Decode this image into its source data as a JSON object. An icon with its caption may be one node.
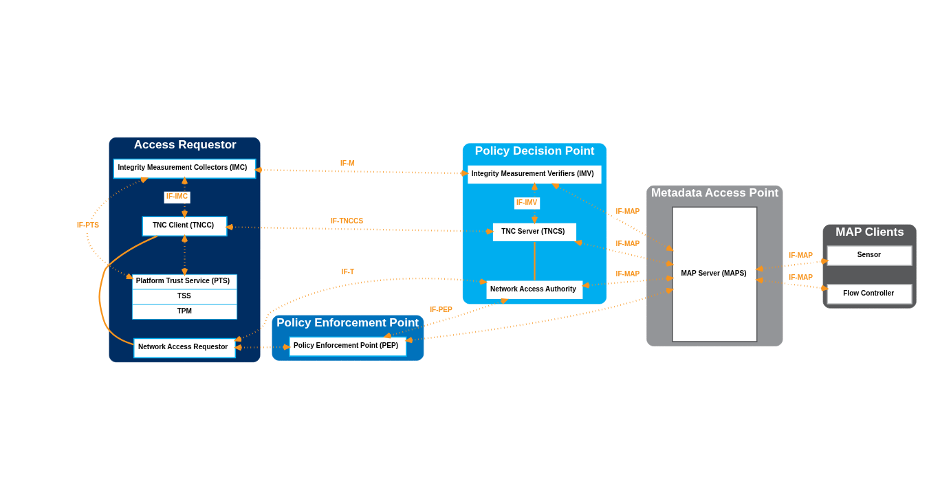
{
  "diagram": {
    "nodes": [
      {
        "text": [
          "Access Requestor"
        ]
      },
      {
        "text": [
          "Integrity Measurement Collectors (IMC)"
        ],
        "in": 0
      },
      {
        "text": [
          "TNC Client (TNCC)"
        ],
        "in": 0
      },
      {
        "text": [
          "Platform Trust Service (PTS)",
          "TSS",
          "TPM"
        ],
        "in": 0
      },
      {
        "text": [
          "Network Access Requestor"
        ],
        "in": 0
      },
      {
        "text": [
          "Policy Enforcement Point"
        ]
      },
      {
        "text": [
          "Policy Enforcement Point (PEP)"
        ],
        "in": 5
      },
      {
        "text": [
          "Policy Decision Point"
        ]
      },
      {
        "text": [
          "Integrity Measurement Verifiers (IMV)"
        ],
        "in": 7
      },
      {
        "text": [
          "TNC Server (TNCS)"
        ],
        "in": 7
      },
      {
        "text": [
          "Network Access Authority"
        ],
        "in": 7
      },
      {
        "text": [
          "Metadata Access Point"
        ]
      },
      {
        "text": [
          "MAP Server (MAPS)"
        ],
        "in": 11
      },
      {
        "text": [
          "MAP Clients"
        ]
      },
      {
        "text": [
          "Sensor"
        ],
        "in": 13
      },
      {
        "text": [
          "Flow Controller"
        ],
        "in": 13
      }
    ],
    "edges": [
      {
        "from": 3,
        "to": 1,
        "arrow": "both",
        "label": "IF-PTS",
        "style": "dashed"
      },
      {
        "from": 3,
        "to": 2,
        "arrow": "both",
        "style": "dashed"
      },
      {
        "from": 1,
        "to": 2,
        "arrow": "both",
        "label": "IF-IMC",
        "style": "dashed"
      },
      {
        "from": 1,
        "to": 8,
        "arrow": "both",
        "label": "IF-M",
        "style": "dashed"
      },
      {
        "from": 2,
        "to": 9,
        "arrow": "both",
        "label": "IF-TNCCS",
        "style": "dashed"
      },
      {
        "from": 2,
        "to": 4,
        "arrow": "none"
      },
      {
        "from": 4,
        "to": 10,
        "arrow": "both",
        "label": "IF-T",
        "style": "dashed"
      },
      {
        "from": 4,
        "to": 6,
        "arrow": "both",
        "style": "dashed"
      },
      {
        "from": 6,
        "to": 10,
        "arrow": "both",
        "label": "IF-PEP",
        "style": "dashed"
      },
      {
        "from": 6,
        "to": 12,
        "arrow": "both",
        "style": "dashed"
      },
      {
        "from": 8,
        "to": 9,
        "arrow": "both",
        "label": "IF-IMV",
        "style": "dashed"
      },
      {
        "from": 9,
        "to": 10,
        "arrow": "none"
      },
      {
        "from": 8,
        "to": 12,
        "arrow": "both",
        "label": "IF-MAP",
        "style": "dashed"
      },
      {
        "from": 9,
        "to": 12,
        "arrow": "both",
        "label": "IF-MAP",
        "style": "dashed"
      },
      {
        "from": 10,
        "to": 12,
        "arrow": "both",
        "label": "IF-MAP",
        "style": "dashed"
      },
      {
        "from": 12,
        "to": 14,
        "arrow": "both",
        "label": "IF-MAP",
        "style": "dashed"
      },
      {
        "from": 12,
        "to": 15,
        "arrow": "both",
        "label": "IF-MAP",
        "style": "dashed"
      }
    ]
  }
}
